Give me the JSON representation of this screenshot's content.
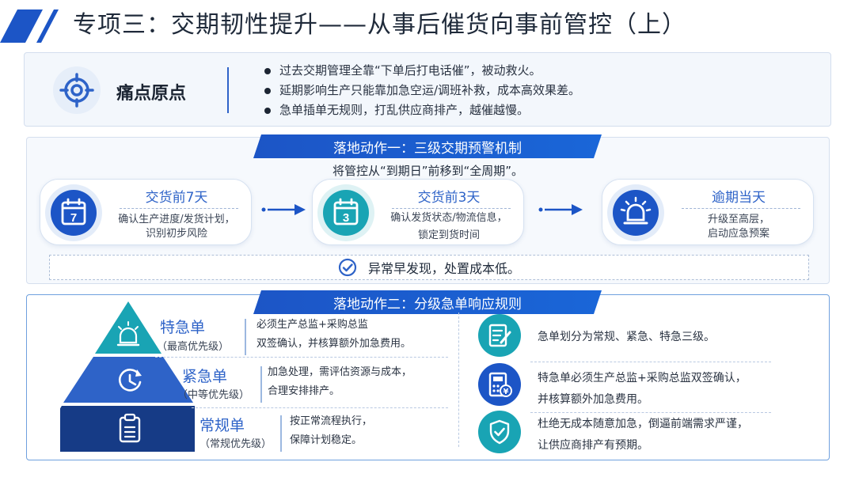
{
  "header": {
    "title": "专项三：交期韧性提升——从事后催货向事前管控（上）"
  },
  "pain_points": {
    "label": "痛点原点",
    "icon": "target-icon",
    "items": [
      "过去交期管理全靠“下单后打电话催”，被动救火。",
      "延期影响生产只能靠加急空运/调班补救，成本高效果差。",
      "急单插单无规则，打乱供应商排产，越催越慢。"
    ]
  },
  "action1": {
    "title": "落地动作一：三级交期预警机制",
    "subtitle": "将管控从“到期日”前移到“全周期”。",
    "stages": [
      {
        "title": "交货前7天",
        "desc1": "确认生产进度/发货计划，",
        "desc2": "识别初步风险",
        "icon_text": "7",
        "icon": "calendar-7-icon"
      },
      {
        "title": "交货前3天",
        "desc1": "确认发货状态/物流信息，",
        "desc2": "锁定到货时间",
        "icon_text": "3",
        "icon": "calendar-3-icon"
      },
      {
        "title": "逾期当天",
        "desc1": "升级至高层，",
        "desc2": "启动应急预案",
        "icon": "alarm-siren-icon"
      }
    ],
    "note": "异常早发现，处置成本低。"
  },
  "action2": {
    "title": "落地动作二：分级急单响应规则",
    "levels": [
      {
        "name": "特急单",
        "sub": "（最高优先级）",
        "desc1": "必须生产总监+采购总监",
        "desc2": "双签确认，并核算额外加急费用。"
      },
      {
        "name": "紧急单",
        "sub": "（中等优先级）",
        "desc1": "加急处理，需评估资源与成本，",
        "desc2": "合理安排排产。"
      },
      {
        "name": "常规单",
        "sub": "（常规优先级）",
        "desc1": "按正常流程执行，",
        "desc2": "保障计划稳定。"
      }
    ],
    "rules": [
      {
        "text1": "急单划分为常规、紧急、特急三级。",
        "icon": "document-edit-icon"
      },
      {
        "text1": "特急单必须生产总监+采购总监双签确认，",
        "text2": "并核算额外加急费用。",
        "icon": "calculator-yen-icon"
      },
      {
        "text1": "杜绝无成本随意加急，倒逼前端需求严谨，",
        "text2": "让供应商排产有预期。",
        "icon": "shield-check-icon"
      }
    ]
  },
  "colors": {
    "primary": "#2e63c8",
    "dark_blue": "#1c55c6",
    "teal": "#19a4b4",
    "navy": "#163b86"
  }
}
